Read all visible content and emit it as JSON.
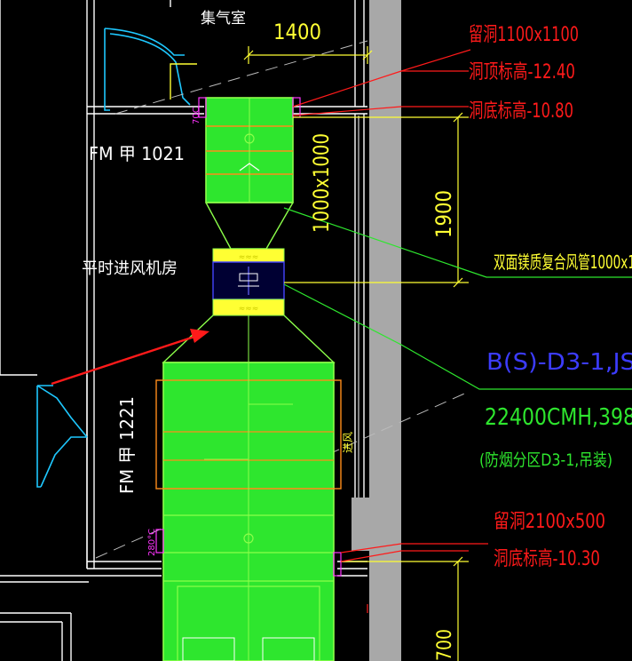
{
  "labels": {
    "room_top": "集气室",
    "dim_width": "1400",
    "door_fm1021": "FM 甲 1021",
    "room_fan": "平时进风机房",
    "door_fm1221": "FM 甲 1221",
    "duct_size": "1000x1000",
    "dim_1900": "1900",
    "dim_700": "700",
    "dim_70c": "70C",
    "dim_280c": "280°C",
    "inlet_mark": "进风",
    "opening_1": "留洞1100x1100",
    "hole_elev_1": "洞顶标高-12.40",
    "hole_elev_2": "洞底标高-10.80",
    "duct_desc": "双面镁质复合风管1000x1",
    "equip_code": "B(S)-D3-1,JS",
    "airflow": "22400CMH,398",
    "fire_zone": "(防烟分区D3-1,吊装)",
    "opening_2": "留洞2100x500",
    "hole_elev_3": "洞底标高-10.30"
  },
  "colors": {
    "background": "#000000",
    "duct_fill": "#2ee62e",
    "duct_edge": "#8cff4a",
    "red": "#ff1a1a",
    "yellow": "#ffff33",
    "cyan": "#1ec8ff",
    "magenta": "#ff33ff",
    "blue": "#4444ff",
    "wall": "#a8a8a8",
    "white": "#ffffff"
  }
}
